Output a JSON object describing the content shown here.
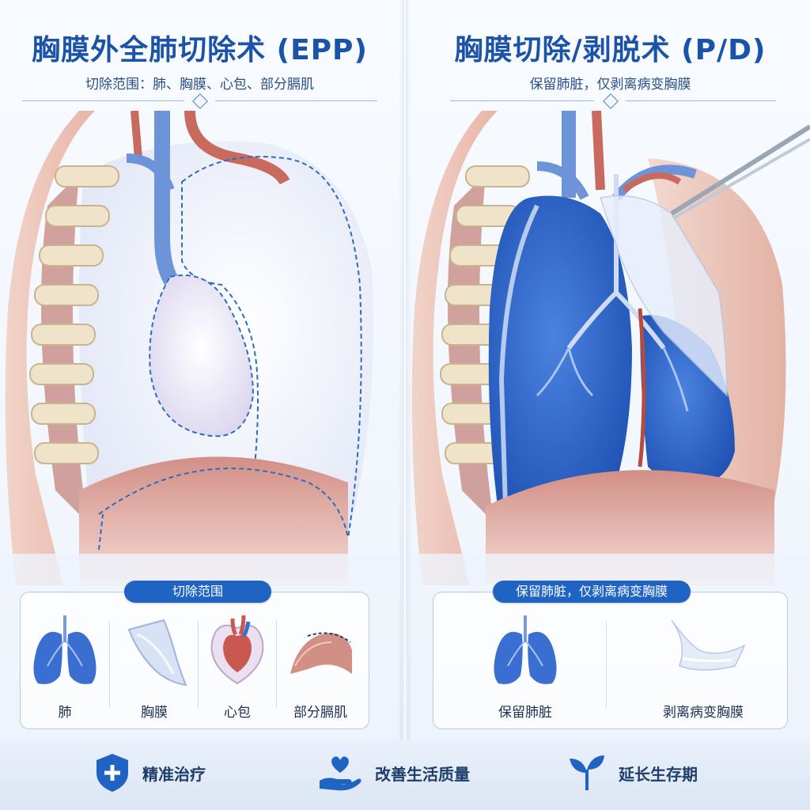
{
  "left": {
    "title": "胸膜外全肺切除术 (EPP)",
    "subtitle": "切除范围：肺、胸膜、心包、部分膈肌",
    "legend_title": "切除范围",
    "items": [
      {
        "label": "肺",
        "icon": "lung-icon"
      },
      {
        "label": "胸膜",
        "icon": "pleura-icon"
      },
      {
        "label": "心包",
        "icon": "heart-pericardium-icon"
      },
      {
        "label": "部分膈肌",
        "icon": "diaphragm-icon"
      }
    ]
  },
  "right": {
    "title": "胸膜切除/剥脱术 (P/D)",
    "subtitle": "保留肺脏，仅剥离病变胸膜",
    "legend_title": "保留肺脏，仅剥离病变胸膜",
    "items": [
      {
        "label": "保留肺脏",
        "icon": "lung-icon"
      },
      {
        "label": "剥离病变胸膜",
        "icon": "pleura-membrane-icon"
      }
    ]
  },
  "benefits": [
    {
      "label": "精准治疗",
      "icon": "shield-plus-icon"
    },
    {
      "label": "改善生活质量",
      "icon": "hand-heart-icon"
    },
    {
      "label": "延长生存期",
      "icon": "sprout-icon"
    }
  ],
  "colors": {
    "brand": "#1b53a8",
    "accent": "#1f63c3",
    "lung": "#3a6fd1",
    "flesh": "#d99b8f"
  }
}
